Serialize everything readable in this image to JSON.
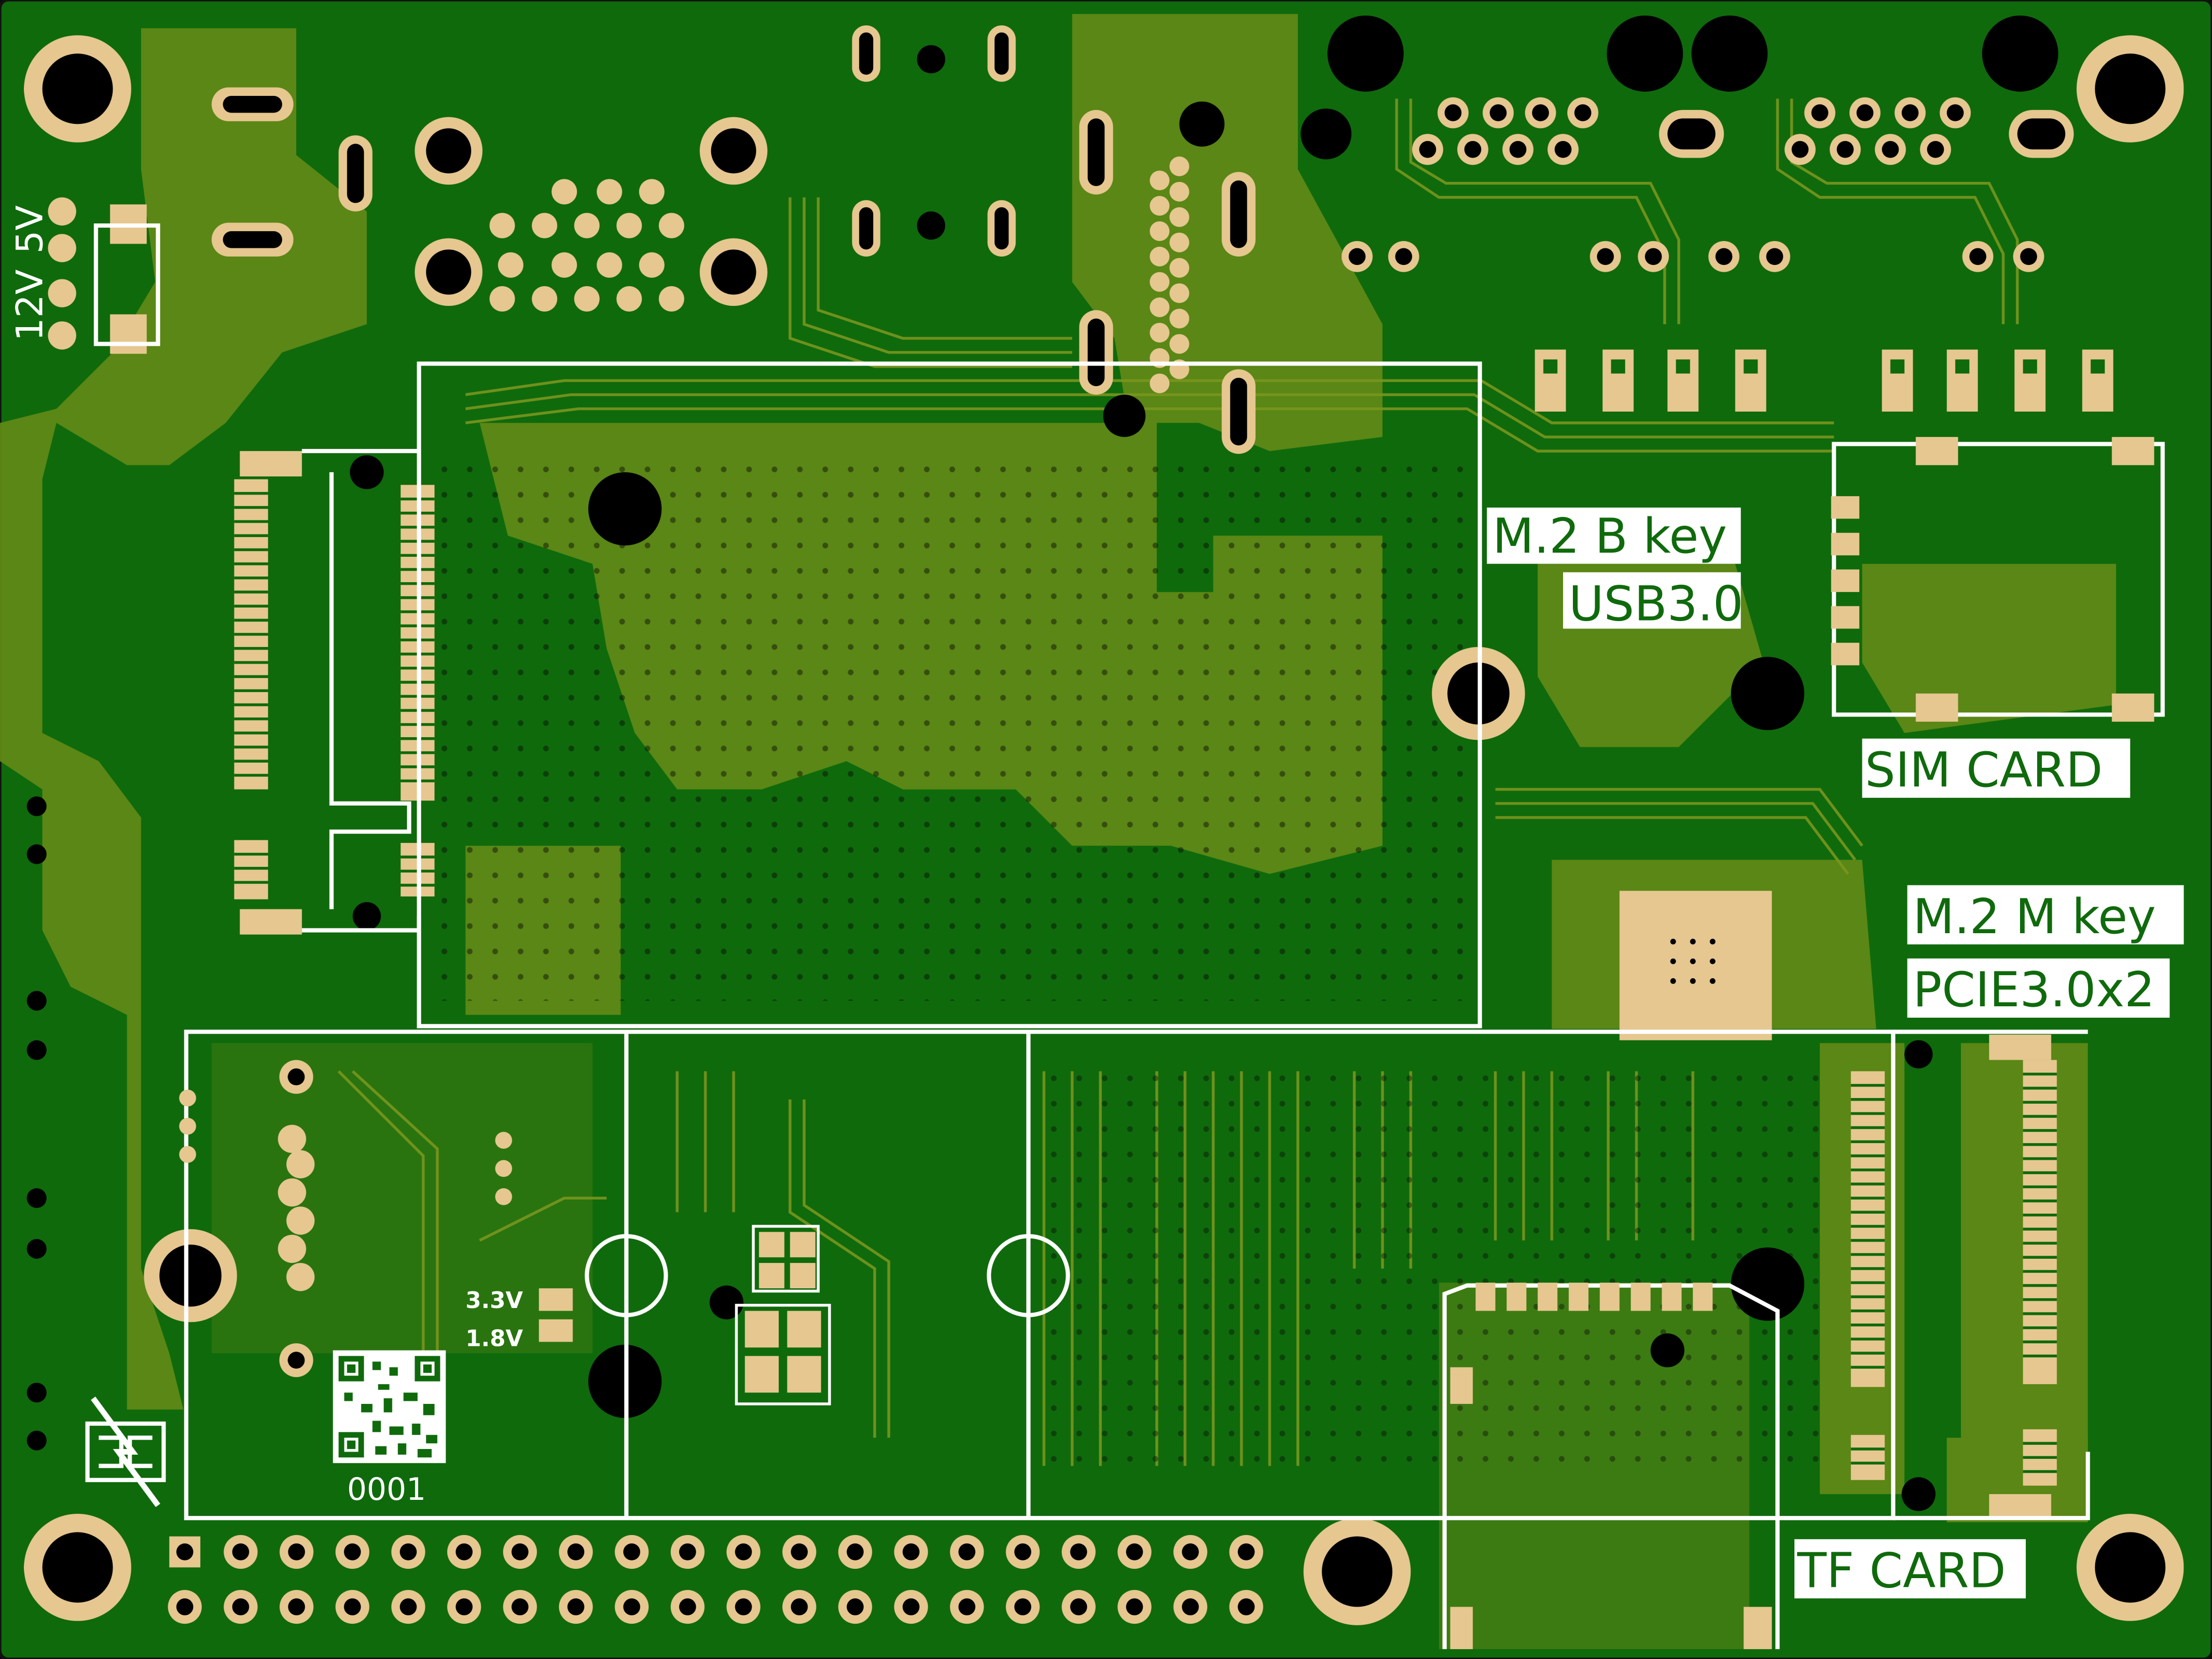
{
  "colors": {
    "board": "#0f6a0c",
    "copper_pour": "#5f8a17",
    "trace": "#79961f",
    "pad": "#e6c790",
    "silkscreen": "#ffffff",
    "hole": "#000000",
    "edge": "#111111"
  },
  "labels": {
    "power_12v": "12V",
    "power_5v": "5V",
    "m2_b_key": "M.2 B key",
    "usb3": "USB3.0",
    "sim_card": "SIM CARD",
    "m2_m_key": "M.2 M key",
    "pcie": "PCIE3.0x2",
    "tf_card": "TF CARD",
    "v33": "3.3V",
    "v18": "1.8V",
    "serial": "0001"
  },
  "icons": {
    "logo": "bolt-box-logo",
    "qr": "qr-code-icon"
  }
}
